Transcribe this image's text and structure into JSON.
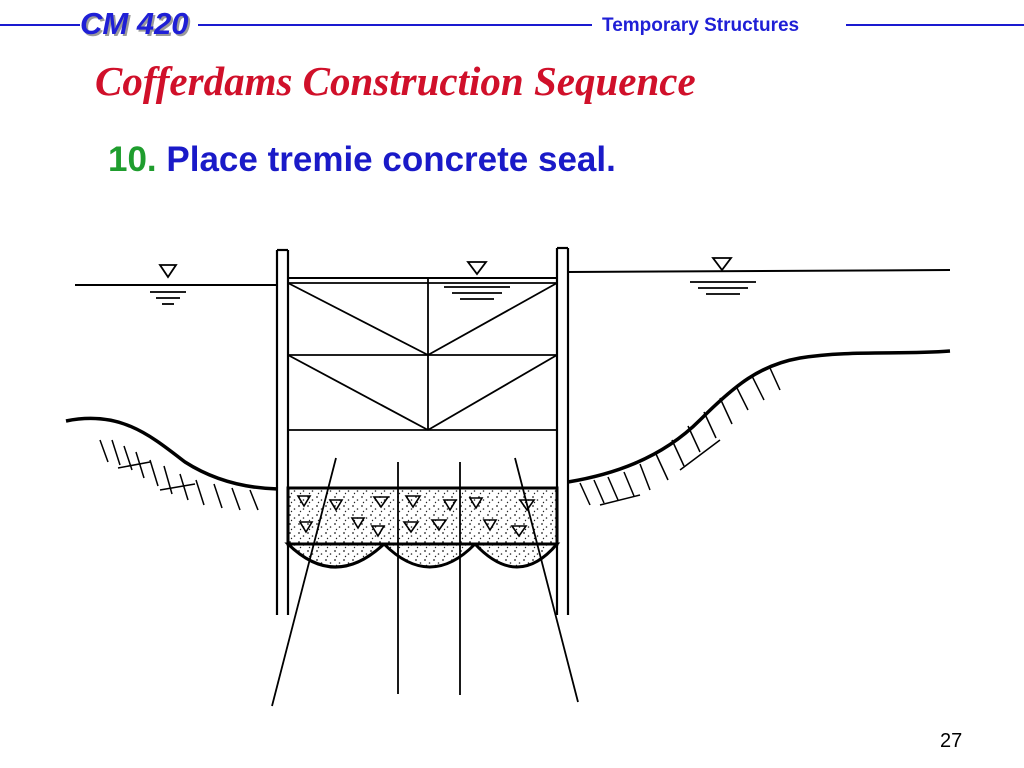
{
  "header": {
    "course_code": "CM 420",
    "course_name": "Temporary Structures",
    "accent_color": "#1f1fd6"
  },
  "slide": {
    "title": "Cofferdams Construction Sequence",
    "title_color": "#d0102a",
    "step_number": "10.",
    "step_text": "Place tremie concrete seal.",
    "step_number_color": "#1f9d2e",
    "step_text_color": "#1a1ac8",
    "page_number": "27"
  },
  "diagram": {
    "water_level_markers": 3,
    "tremie_pipes": 4,
    "bracing_frames": 2,
    "seal_hemispheres": 3
  }
}
